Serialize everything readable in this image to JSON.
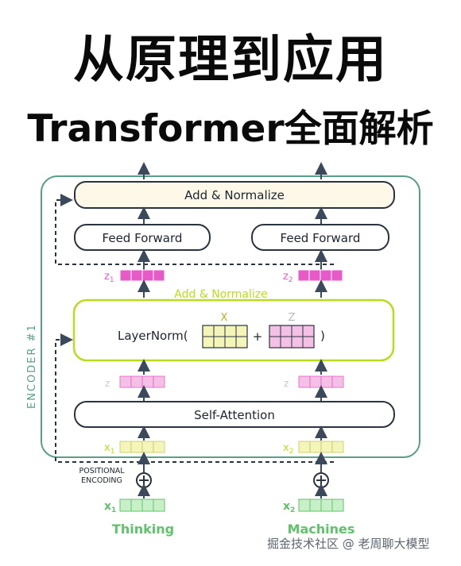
{
  "title": {
    "line1": "从原理到应用",
    "line2": "Transformer全面解析"
  },
  "diagram": {
    "encoder_label": "ENCODER #1",
    "add_normalize_top": "Add & Normalize",
    "feed_forward": [
      "Feed Forward",
      "Feed Forward"
    ],
    "z1": "z",
    "z1_sub": "1",
    "z2": "z",
    "z2_sub": "2",
    "add_normalize_mid": "Add & Normalize",
    "layernorm_text": "LayerNorm(",
    "layernorm_x": "X",
    "layernorm_plus": "+",
    "layernorm_z": "Z",
    "layernorm_close": ")",
    "z_small": "z",
    "self_attention": "Self-Attention",
    "x1": "x",
    "x1_sub": "1",
    "x2": "x",
    "x2_sub": "2",
    "positional": "POSITIONAL",
    "encoding": "ENCODING",
    "words": [
      "Thinking",
      "Machines"
    ]
  },
  "colors": {
    "encoder_border": "#5a9e8a",
    "box_fill": "#fdf8e8",
    "box_border": "#2a3340",
    "pink": "#e85ac8",
    "pink_light": "#f5c0e6",
    "yellow_light": "#f4f5b8",
    "green": "#5fc36a",
    "green_light": "#c8f0c8",
    "lime": "#b8dd1a",
    "arrow": "#3a4a5c"
  },
  "watermark": "掘金技术社区 @ 老周聊大模型"
}
